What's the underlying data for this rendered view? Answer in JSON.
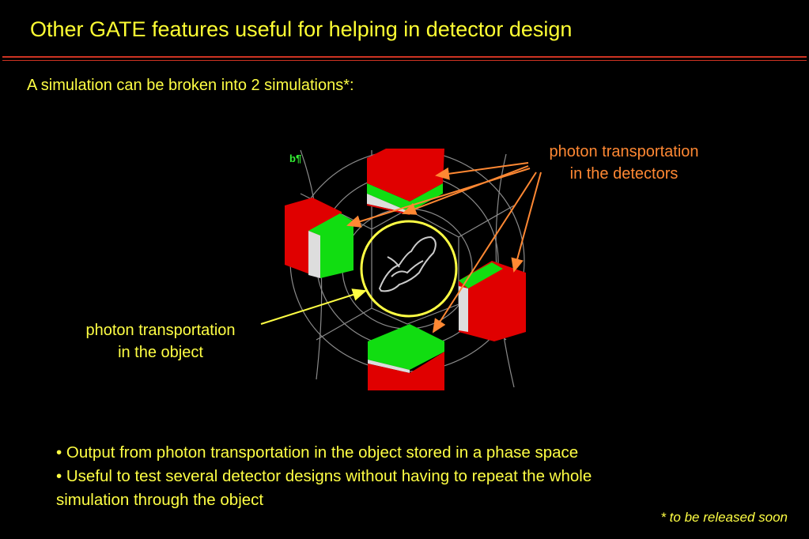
{
  "slide": {
    "title": "Other GATE features useful for helping in detector design",
    "subtitle": "A simulation can be broken into 2 simulations*:",
    "figure_label": "b¶",
    "callout_detectors": {
      "line1": "photon transportation",
      "line2": "in the detectors"
    },
    "callout_object": {
      "line1": "photon transportation",
      "line2": "in the object"
    },
    "bullets": [
      "• Output from photon transportation in the object stored in a phase space",
      "• Useful to test several detector designs without having to repeat the whole",
      "simulation through the object"
    ],
    "footnote": "* to be released soon"
  },
  "colors": {
    "title": "#ffff33",
    "text": "#ffff44",
    "callout": "#ff8833",
    "rule": "#cc3322",
    "detector_red": "#e00000",
    "detector_green": "#11dd11",
    "object_circle": "#ffff44"
  }
}
